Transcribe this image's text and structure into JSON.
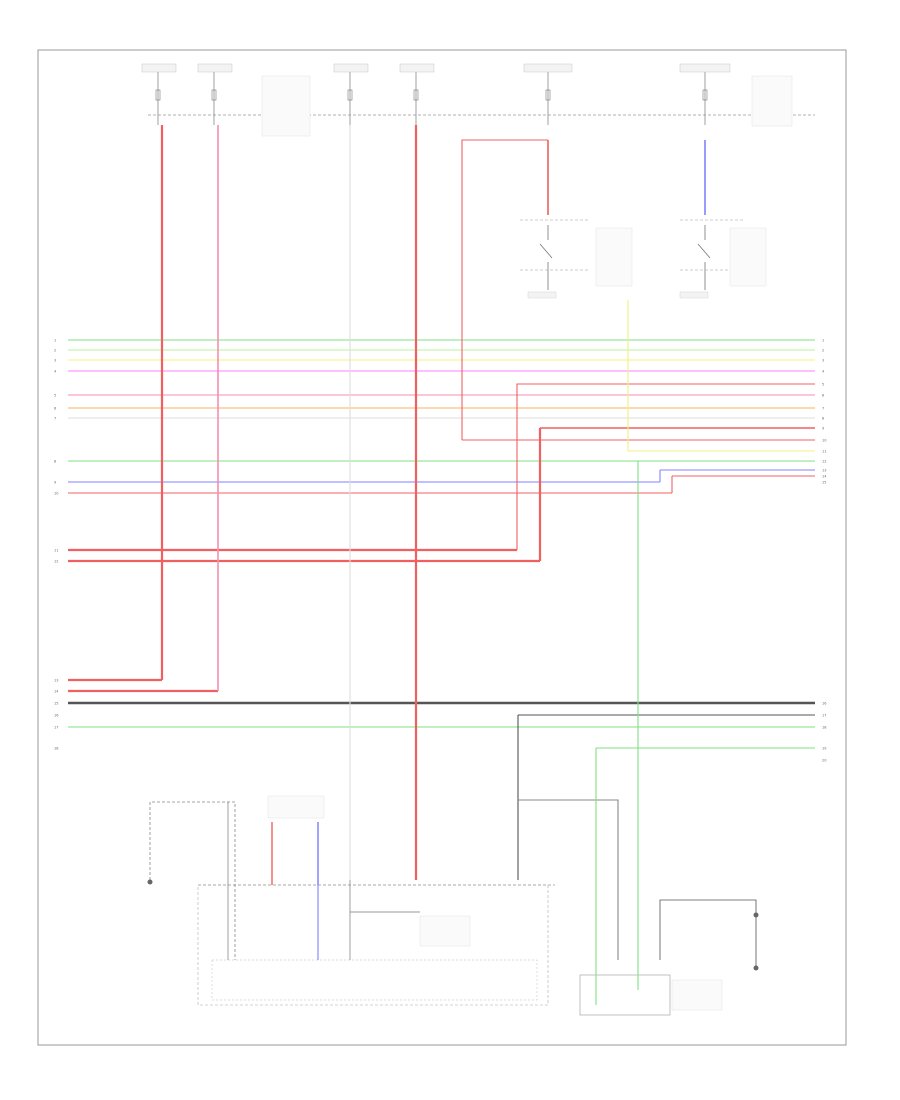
{
  "footer_code": "",
  "colors": {
    "red": "#f06060",
    "pink": "#f48fb1",
    "green": "#80e080",
    "light_green": "#b8f0a0",
    "yellow": "#f0f080",
    "magenta": "#ff80ff",
    "orange": "#f8b060",
    "blue": "#8080ff",
    "black": "#555555",
    "gray": "#888888"
  },
  "components": {
    "combination_meter": "",
    "fuel_level_sensor": ""
  },
  "connector_labels": {
    "left": [
      "1",
      "2",
      "3",
      "4",
      "5",
      "6",
      "7",
      "8",
      "9",
      "10",
      "11",
      "12",
      "13",
      "14",
      "15",
      "16",
      "17",
      "18"
    ],
    "right": [
      "1",
      "2",
      "3",
      "4",
      "5",
      "6",
      "7",
      "8",
      "9",
      "10",
      "11",
      "12",
      "13",
      "14",
      "15",
      "16",
      "17",
      "18",
      "19",
      "20"
    ]
  }
}
